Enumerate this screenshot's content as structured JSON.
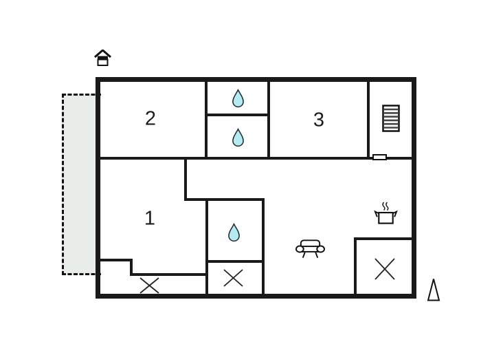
{
  "rooms": [
    {
      "label": "1"
    },
    {
      "label": "2"
    },
    {
      "label": "3"
    }
  ],
  "colors": {
    "background": "#ffffff",
    "wall": "#1a1a1a",
    "terrace_fill": "#e8edea",
    "water_drop_fill": "#b5eaf2",
    "line": "#222222"
  },
  "icons": {
    "entrance": "house-icon",
    "stairs": "staircase-icon",
    "kitchen": "stove-icon",
    "living_area": "sofa-icon",
    "bathroom": "water-drop-icon",
    "north": "north-arrow-icon",
    "fixed_feature": "cross-marker",
    "wall_opening": "door-window-marker"
  }
}
